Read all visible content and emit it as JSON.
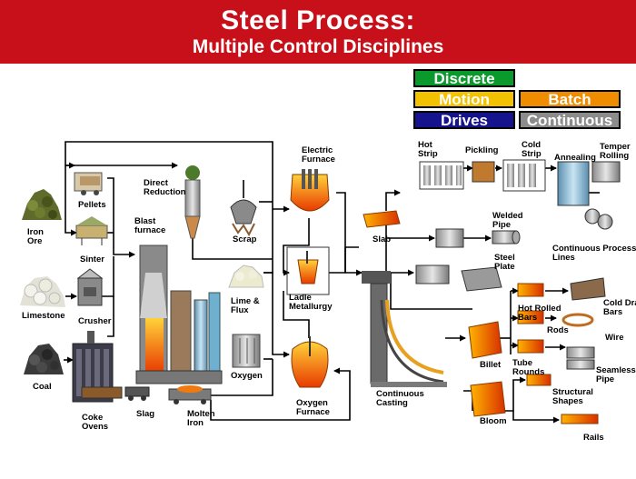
{
  "header": {
    "title": "Steel Process:",
    "subtitle": "Multiple Control Disciplines",
    "color": "#c8101a"
  },
  "legend": [
    {
      "label": "Discrete",
      "color": "#0a9a2c",
      "text_color": "#ffffff"
    },
    {
      "label": "Motion",
      "color": "#f2c200",
      "text_color": "#ffffff"
    },
    {
      "label": "Batch",
      "color": "#f08c00",
      "text_color": "#ffffff"
    },
    {
      "label": "Drives",
      "color": "#16148c",
      "text_color": "#ffffff"
    },
    {
      "label": "Continuous",
      "color": "#8c8c8c",
      "text_color": "#ffffff"
    }
  ],
  "nodes": {
    "iron_ore": "Iron Ore",
    "pellets": "Pellets",
    "sinter": "Sinter",
    "limestone": "Limestone",
    "crusher": "Crusher",
    "coal": "Coal",
    "coke_ovens": "Coke Ovens",
    "direct_reduction": "Direct Reduction",
    "blast_furnace": "Blast furnace",
    "scrap": "Scrap",
    "lime_flux": "Lime & Flux",
    "oxygen": "Oxygen",
    "slag": "Slag",
    "molten_iron": "Molten Iron",
    "electric_furnace": "Electric Furnace",
    "ladle_metallurgy": "Ladle Metallurgy",
    "oxygen_furnace": "Oxygen Furnace",
    "slab": "Slab",
    "continuous_casting": "Continuous Casting",
    "billet": "Billet",
    "bloom": "Bloom",
    "hot_strip": "Hot Strip",
    "pickling": "Pickling",
    "cold_strip": "Cold Strip",
    "annealing": "Annealing",
    "temper_rolling": "Temper Rolling",
    "welded_pipe": "Welded Pipe",
    "steel_plate": "Steel Plate",
    "continuous_process_lines": "Continuous Process Lines",
    "hot_rolled_bars": "Hot Rolled Bars",
    "cold_drawn_bars": "Cold Drawn Bars",
    "rods": "Rods",
    "wire": "Wire",
    "tube_rounds": "Tube Rounds",
    "seamless_pipe": "Seamless Pipe",
    "structural_shapes": "Structural Shapes",
    "rails": "Rails"
  }
}
